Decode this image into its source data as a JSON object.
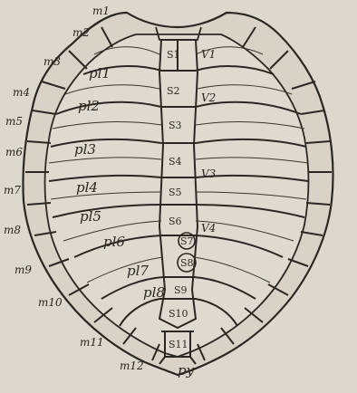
{
  "figure": {
    "marginal_labels": [
      "m1",
      "m2",
      "m3",
      "m4",
      "m5",
      "m6",
      "m7",
      "m8",
      "m9",
      "m10",
      "m11",
      "m12"
    ],
    "pleural_labels": [
      "pl1",
      "pl2",
      "pl3",
      "pl4",
      "pl5",
      "pl6",
      "pl7",
      "pl8"
    ],
    "neural_labels": [
      "S1",
      "S2",
      "S3",
      "S4",
      "S5",
      "S6",
      "S7",
      "S8",
      "S9",
      "S10",
      "S11"
    ],
    "vertebral_labels": [
      "V1",
      "V2",
      "V3",
      "V4"
    ],
    "pygal_label": "py"
  }
}
